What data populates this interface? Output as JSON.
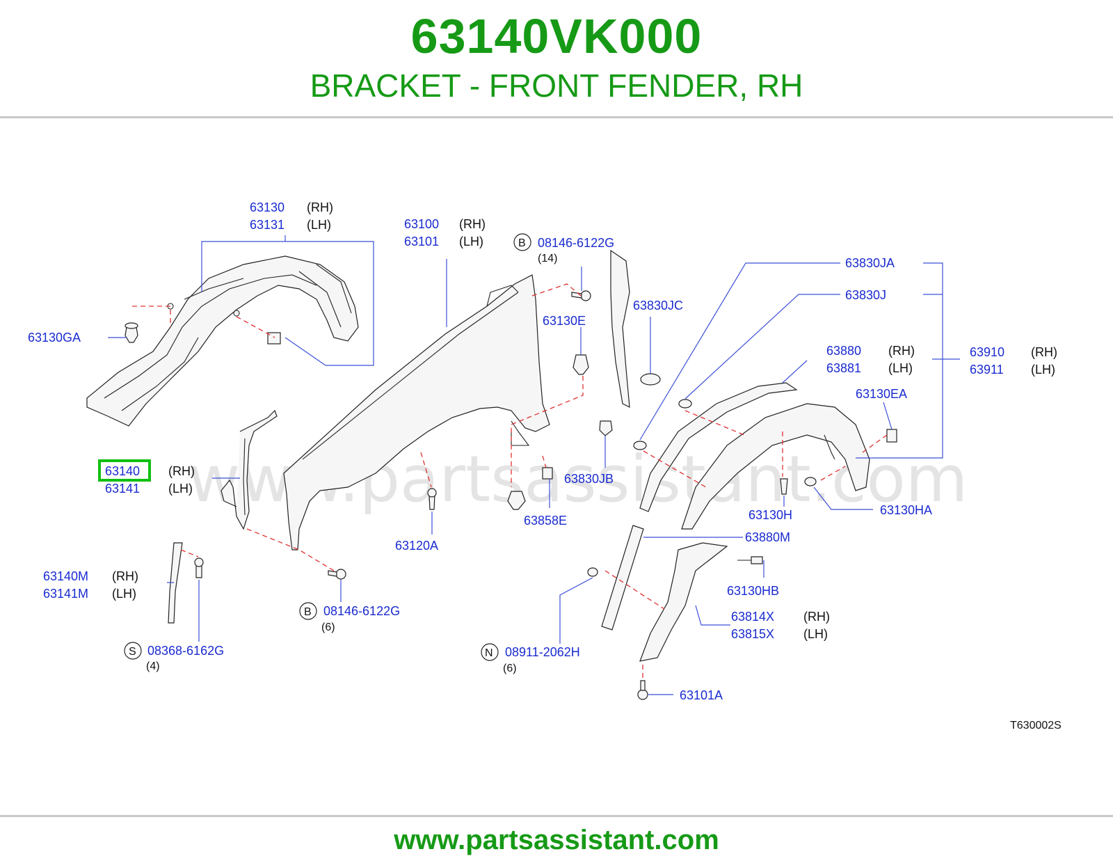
{
  "header": {
    "part_number": "63140VK000",
    "description": "BRACKET - FRONT FENDER, RH"
  },
  "watermark": "www.partsassistant.com",
  "footer": {
    "url": "www.partsassistant.com"
  },
  "diagram": {
    "ref_code": "T630002S",
    "highlight_color": "#11c011",
    "labels": {
      "p63130": "63130",
      "p63131": "63131",
      "p63100": "63100",
      "p63101": "63101",
      "p08146_top": "08146-6122G",
      "cnt14": "(14)",
      "b_top": "B",
      "p63130GA": "63130GA",
      "p63130E": "63130E",
      "p63830JC": "63830JC",
      "p63830JA": "63830JA",
      "p63830J": "63830J",
      "p63880": "63880",
      "p63881": "63881",
      "p63910": "63910",
      "p63911": "63911",
      "p63130EA": "63130EA",
      "p63140": "63140",
      "p63141": "63141",
      "p63830JB": "63830JB",
      "p63858E": "63858E",
      "p63120A": "63120A",
      "p63130H": "63130H",
      "p63130HA": "63130HA",
      "p63880M": "63880M",
      "p63140M": "63140M",
      "p63141M": "63141M",
      "p63130HB": "63130HB",
      "p08146_bot": "08146-6122G",
      "cnt6a": "(6)",
      "b_bot": "B",
      "p63814X": "63814X",
      "p63815X": "63815X",
      "p08368": "08368-6162G",
      "cnt4": "(4)",
      "s": "S",
      "p08911": "08911-2062H",
      "cnt6b": "(6)",
      "n": "N",
      "p63101A": "63101A",
      "rh": "(RH)",
      "lh": "(LH)"
    }
  }
}
